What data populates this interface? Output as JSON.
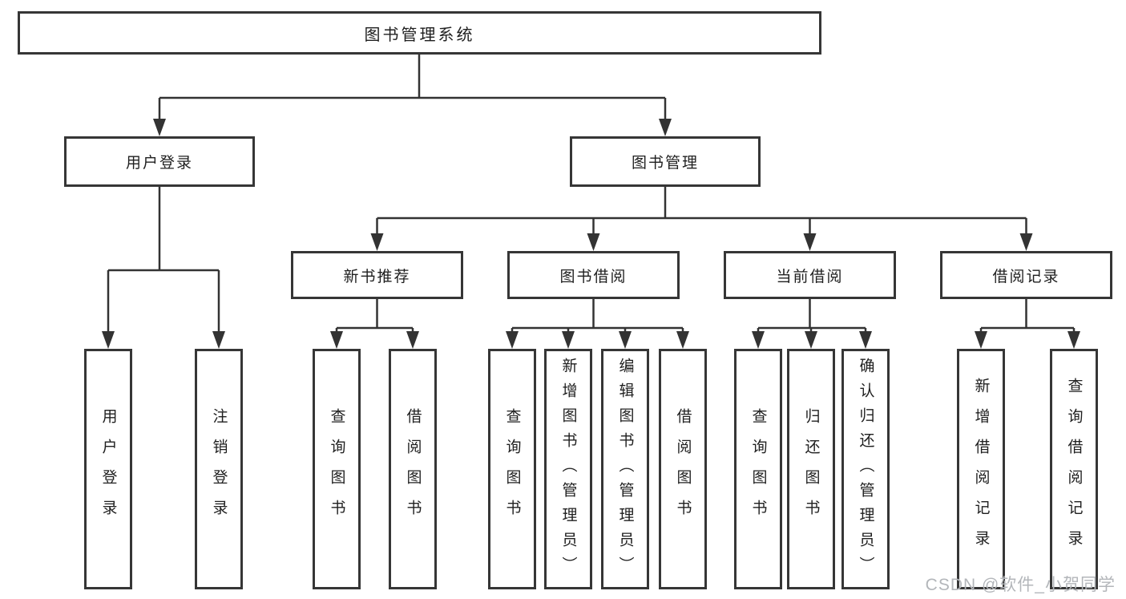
{
  "diagram": {
    "root_label": "图书管理系统",
    "branches": [
      {
        "label": "用户登录",
        "children": [
          {
            "label": "用户登录"
          },
          {
            "label": "注销登录"
          }
        ]
      },
      {
        "label": "图书管理",
        "groups": [
          {
            "label": "新书推荐",
            "children": [
              {
                "label": "查询图书"
              },
              {
                "label": "借阅图书"
              }
            ]
          },
          {
            "label": "图书借阅",
            "children": [
              {
                "label": "查询图书"
              },
              {
                "label": "新增图书（管理员）"
              },
              {
                "label": "编辑图书（管理员）"
              },
              {
                "label": "借阅图书"
              }
            ]
          },
          {
            "label": "当前借阅",
            "children": [
              {
                "label": "查询图书"
              },
              {
                "label": "归还图书"
              },
              {
                "label": "确认归还（管理员）"
              }
            ]
          },
          {
            "label": "借阅记录",
            "children": [
              {
                "label": "新增借阅记录"
              },
              {
                "label": "查询借阅记录"
              }
            ]
          }
        ]
      }
    ]
  },
  "watermark": {
    "text": "CSDN @软件_小贺同学"
  },
  "colors": {
    "line": "#333333",
    "box_border": "#363636",
    "text": "#1f1f1f",
    "watermark": "#b3b6ba",
    "background": "#ffffff"
  }
}
